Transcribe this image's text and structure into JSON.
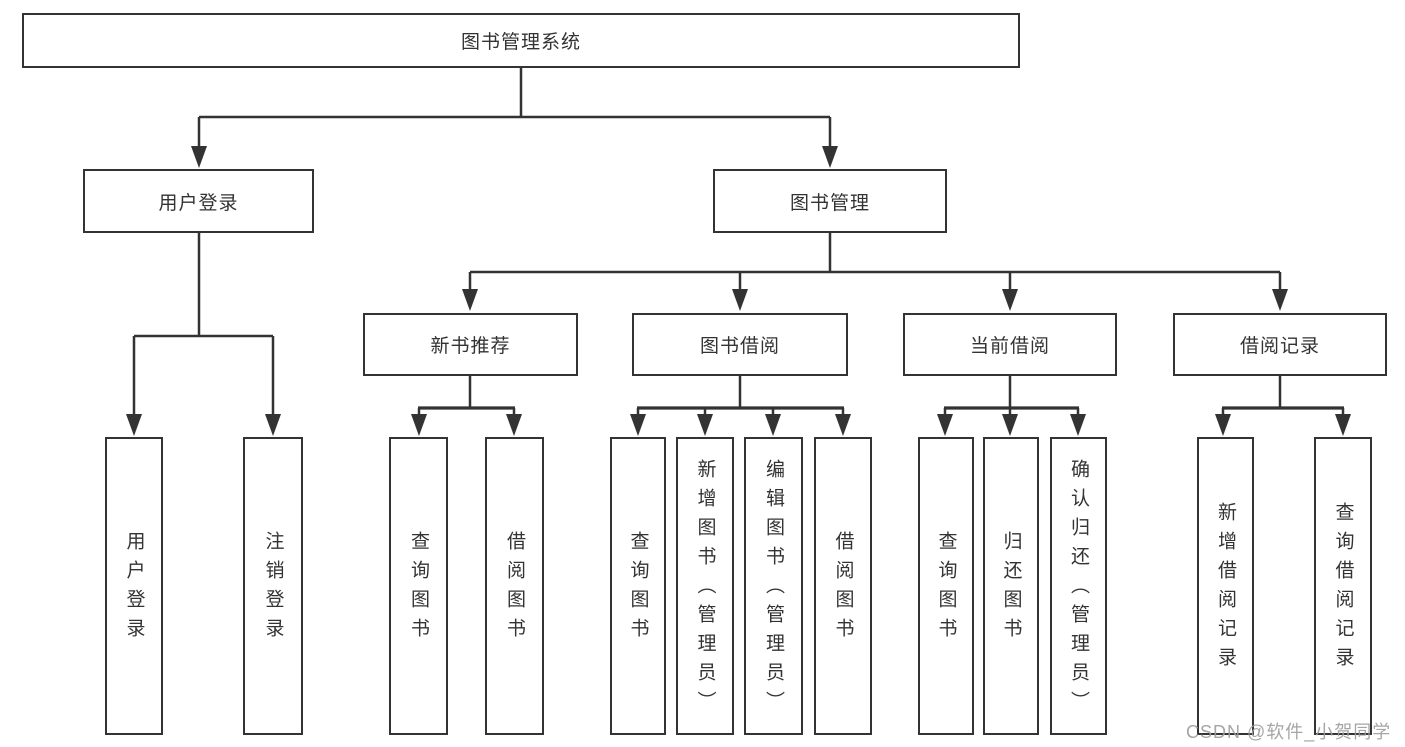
{
  "diagram": {
    "title": "图书管理系统",
    "level2": {
      "user_login": "用户登录",
      "book_mgmt": "图书管理"
    },
    "level3": {
      "new_book": "新书推荐",
      "borrow": "图书借阅",
      "current": "当前借阅",
      "records": "借阅记录"
    },
    "leaves": {
      "user_login": "用户登录",
      "logout": "注销登录",
      "nb_query": "查询图书",
      "nb_borrow": "借阅图书",
      "bb_query": "查询图书",
      "bb_add": "新增图书（管理员）",
      "bb_edit": "编辑图书（管理员）",
      "bb_borrow": "借阅图书",
      "cb_query": "查询图书",
      "cb_return": "归还图书",
      "cb_confirm": "确认归还（管理员）",
      "rec_add": "新增借阅记录",
      "rec_query": "查询借阅记录"
    }
  },
  "watermark": "CSDN @软件_小贺同学",
  "colors": {
    "line": "#333333",
    "text": "#333333",
    "box_fill": "#ffffff",
    "watermark": "#9e9e9e"
  }
}
